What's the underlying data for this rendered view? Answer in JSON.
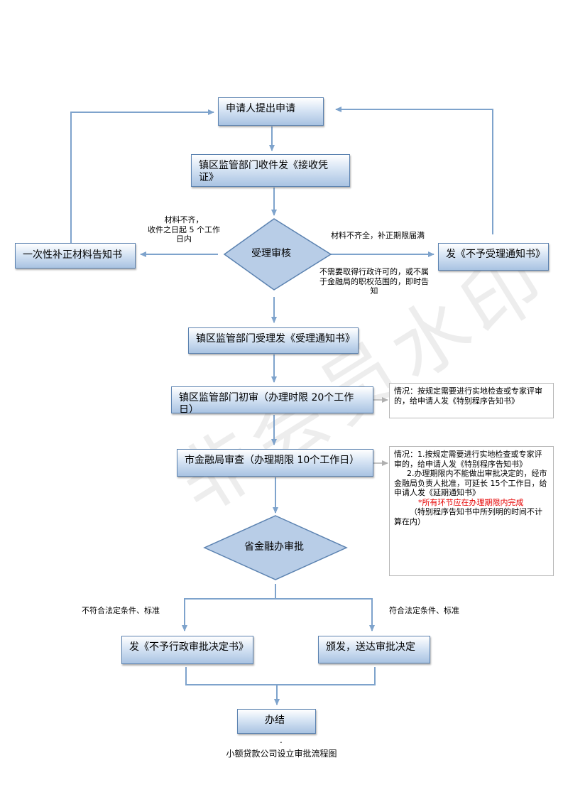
{
  "watermark": "非会员水印",
  "nodes": {
    "apply": "申请人提出申请",
    "receive": "镇区监管部门收件发《接收凭证》",
    "review": "受理审核",
    "notify_once": "一次性补正材料告知书",
    "reject_notice": "发《不予受理通知书》",
    "accept": "镇区监管部门受理发《受理通知书》",
    "initial": "镇区监管部门初审（办理时限 20个工作日）",
    "city": "市金融局审查（办理期限 10个工作日）",
    "province": "省金融办审批",
    "deny_decision": "发《不予行政审批决定书》",
    "grant_decision": "颁发，送达审批决定",
    "done": "办结"
  },
  "edge_labels": {
    "incomplete": [
      "材料不齐，",
      "收件之日起 5 个工作",
      "日内"
    ],
    "overdue": "材料不齐全，补正期限届满",
    "not_needed": [
      "不需要取得行政许可的，或不属",
      "于金融局的职权范围的，即时告",
      "知"
    ],
    "fail": "不符合法定条件、标准",
    "pass": "符合法定条件、标准"
  },
  "notes": {
    "initial_note": "情况：按规定需要进行实地检查或专家评审的，给申请人发《特别程序告知书》",
    "city_note": [
      "情况：1.按规定需要进行实地检查或专家评审的，给申请人发《特别程序告知书》",
      "2.办理期限内不能做出审批决定的，经市金融局负责人批准，可延长 15个工作日，给申请人发《延期通知书》",
      "*所有环节应在办理期限内完成",
      "（特别程序告知书中所列明的时间不计算在内）"
    ]
  },
  "dot": ".",
  "caption": "小额贷款公司设立审批流程图",
  "colors": {
    "line": "#7ea3cc",
    "border": "#5b82b0",
    "asterisk": "#e60000"
  }
}
